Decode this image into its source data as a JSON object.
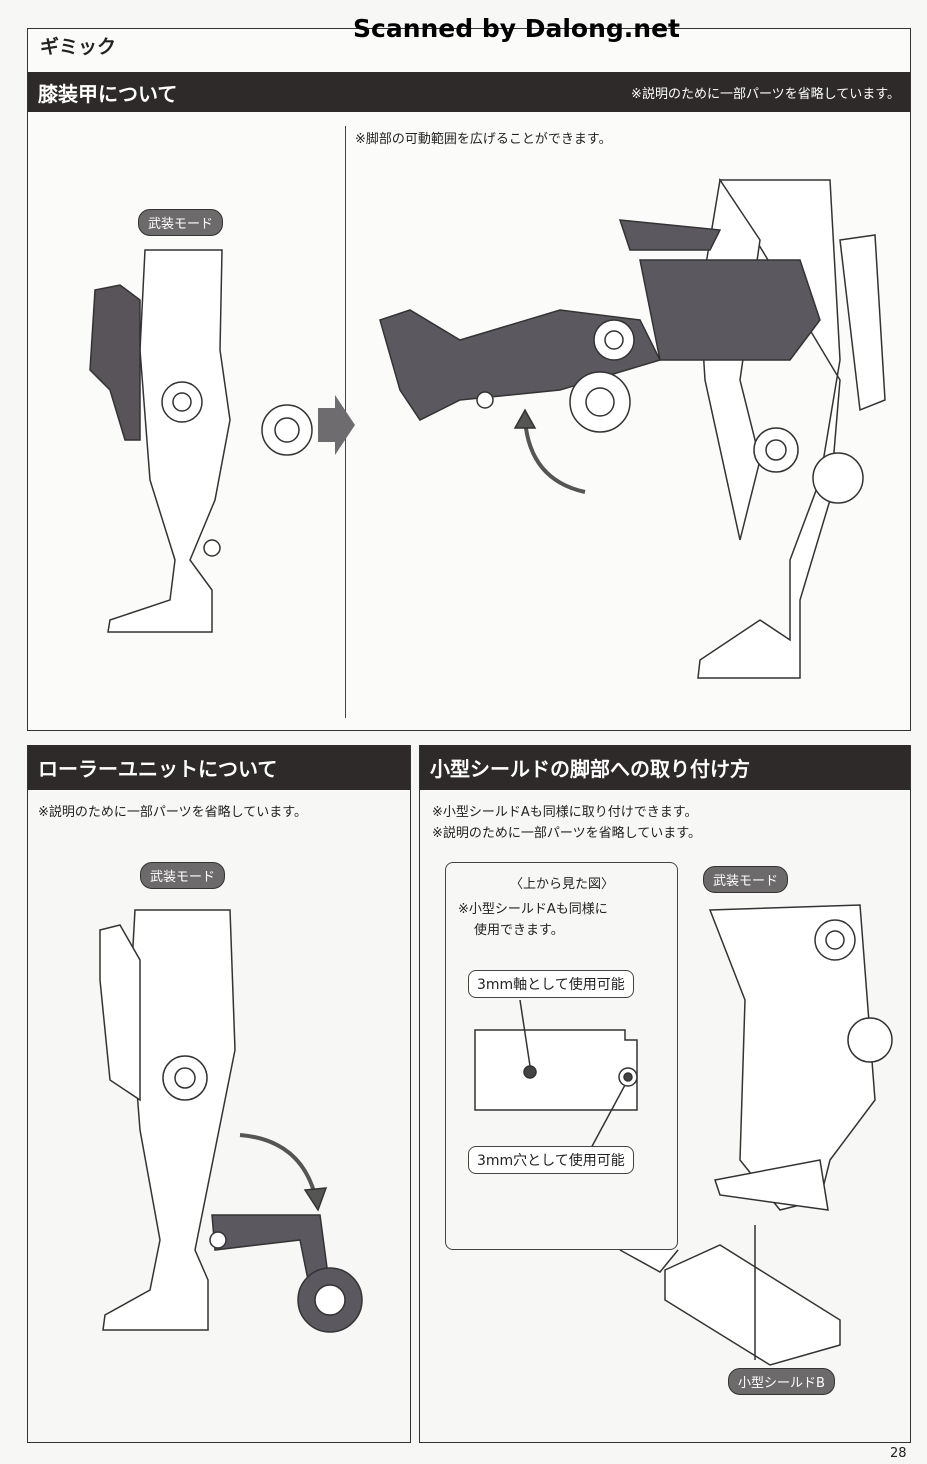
{
  "watermark": "Scanned by Dalong.net",
  "section_title": "ギミック",
  "knee": {
    "title": "膝装甲について",
    "note_right": "※説明のために一部パーツを省略しています。",
    "note_motion": "※脚部の可動範囲を広げることができます。",
    "mode_badge": "武装モード"
  },
  "roller": {
    "title": "ローラーユニットについて",
    "note": "※説明のために一部パーツを省略しています。",
    "mode_badge": "武装モード"
  },
  "shield": {
    "title": "小型シールドの脚部への取り付け方",
    "note1": "※小型シールドAも同様に取り付けできます。",
    "note2": "※説明のために一部パーツを省略しています。",
    "mode_badge": "武装モード",
    "inset": {
      "title": "〈上から見た図〉",
      "note_line1": "※小型シールドAも同様に",
      "note_line2": "使用できます。",
      "callout_axis": "3mm軸として使用可能",
      "callout_hole": "3mm穴として使用可能"
    },
    "part_label": "小型シールドB"
  },
  "page_number": "28"
}
